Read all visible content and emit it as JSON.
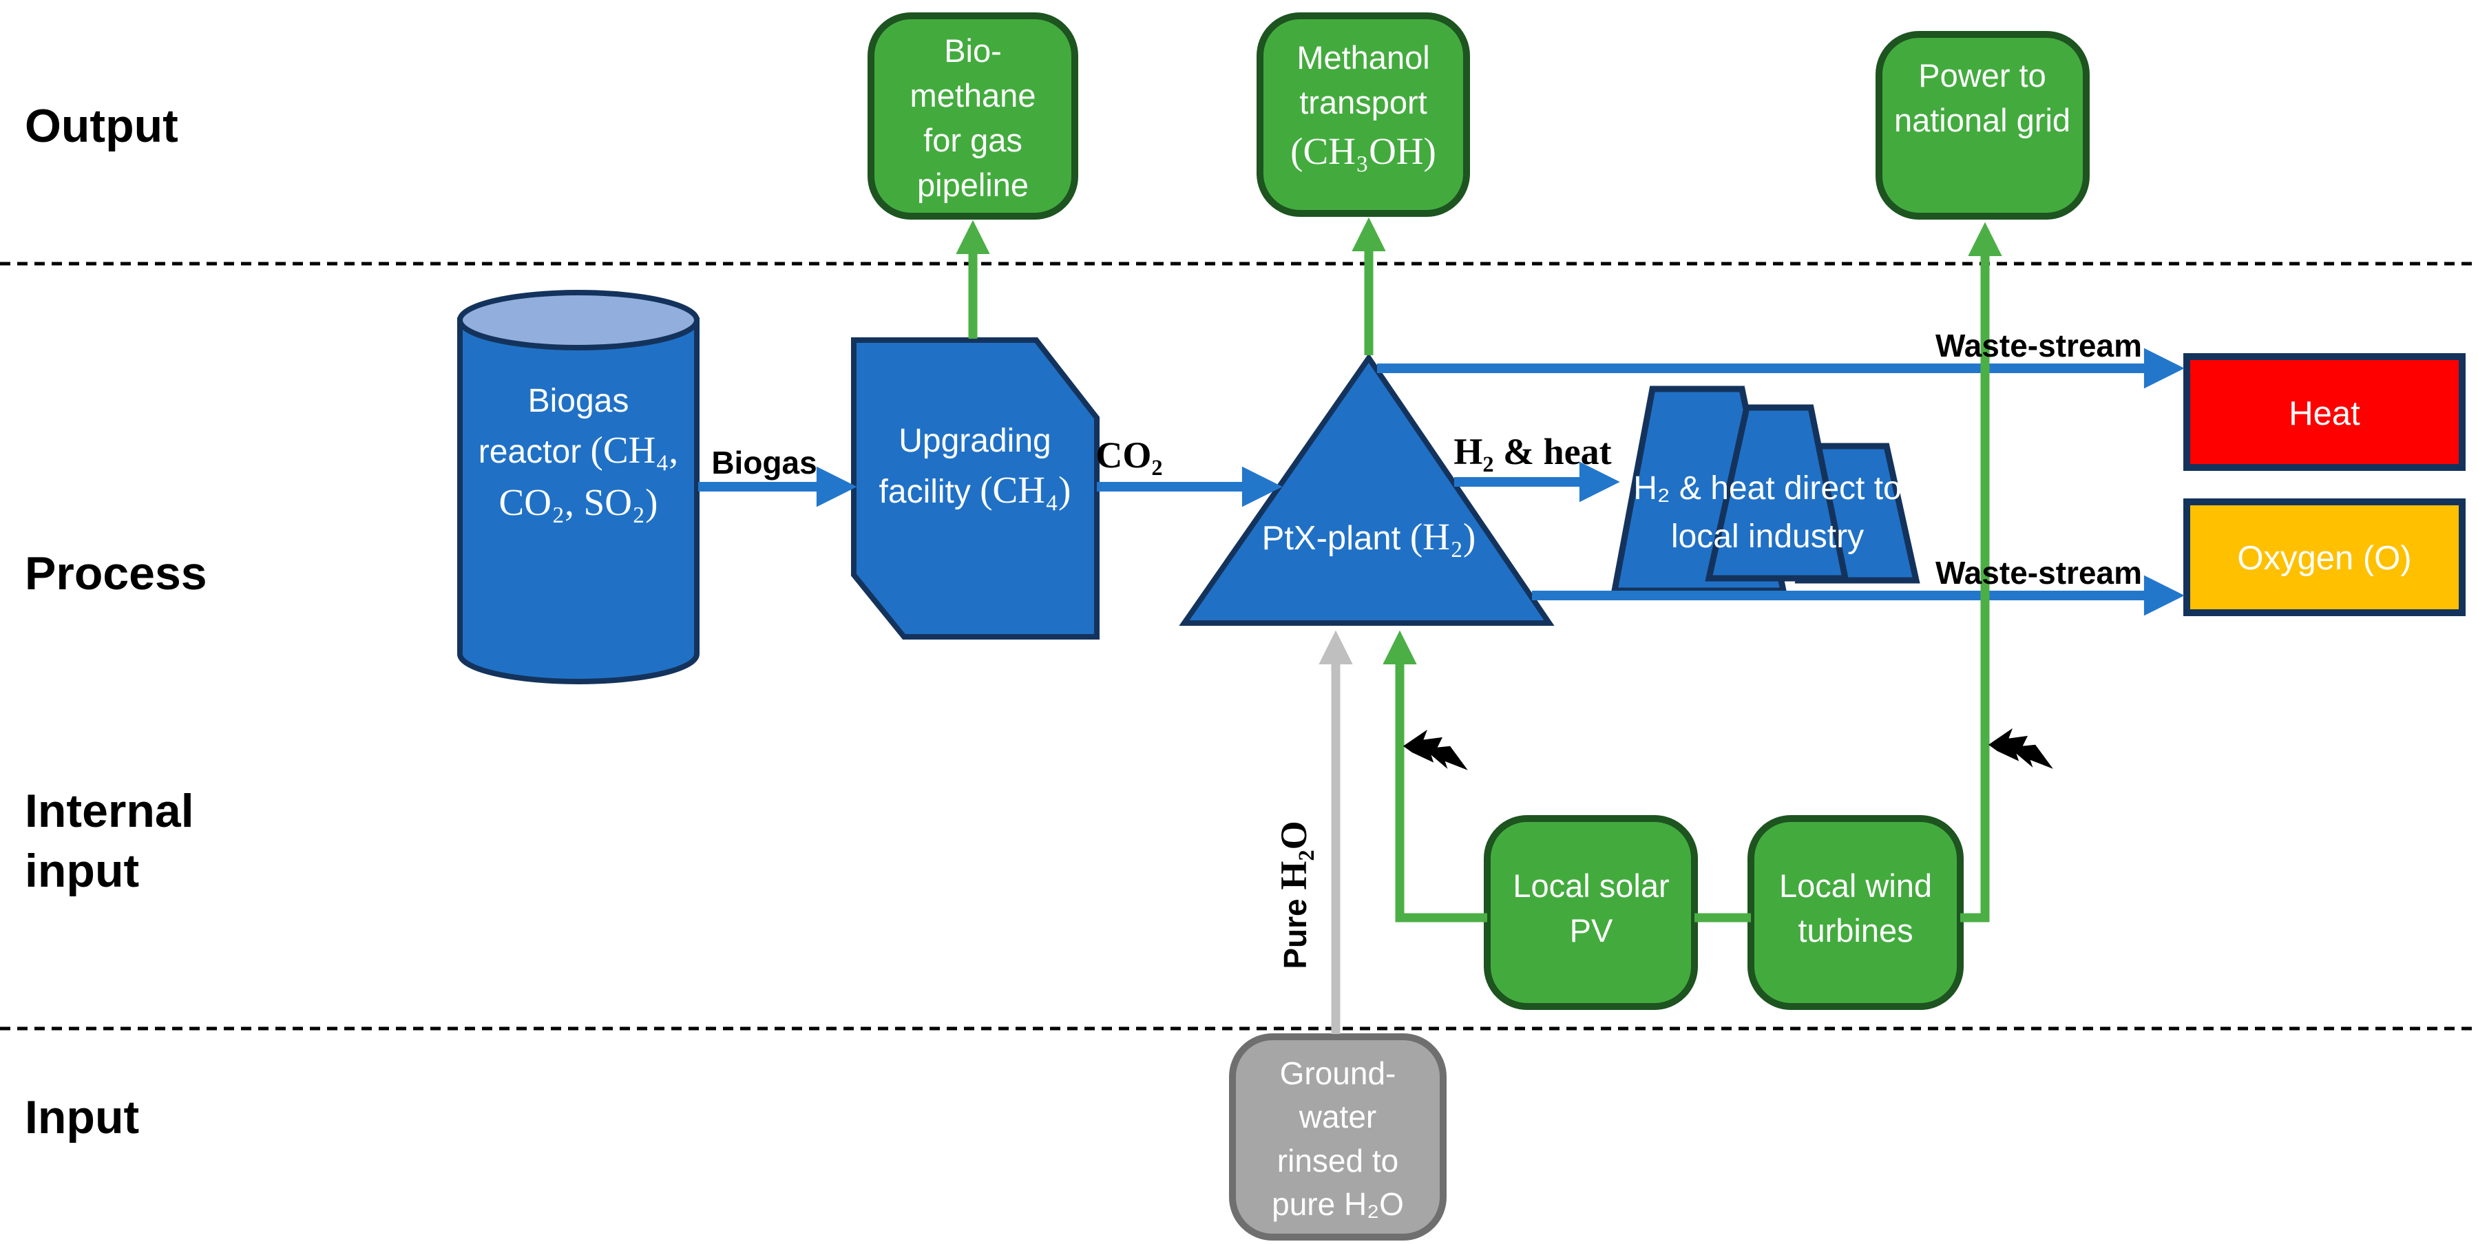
{
  "lanes": {
    "output": "Output",
    "process": "Process",
    "internal_input": "Internal input",
    "input": "Input"
  },
  "nodes": {
    "biomethane": {
      "label": "Bio-methane for gas pipeline"
    },
    "methanol": {
      "label": "Methanol transport",
      "formula": "(CH₃OH)"
    },
    "grid": {
      "label": "Power to national grid"
    },
    "biogas_reactor": {
      "label": "Biogas reactor",
      "formula": "(CH₄, CO₂, SO₂)"
    },
    "upgrading": {
      "label": "Upgrading facility",
      "formula": "(CH₄)"
    },
    "ptx_plant": {
      "label": "PtX-plant",
      "formula": "(H₂)"
    },
    "industry": {
      "label": "H₂ & heat direct to local industry"
    },
    "heat": {
      "label": "Heat"
    },
    "oxygen": {
      "label": "Oxygen (O)"
    },
    "solar": {
      "label": "Local solar PV"
    },
    "wind": {
      "label": "Local wind turbines"
    },
    "groundwater": {
      "label": "Ground-water rinsed to pure H₂O"
    }
  },
  "flows": {
    "biogas": "Biogas",
    "co2": "CO₂",
    "h2_heat": "H₂ & heat",
    "waste_top": "Waste-stream",
    "waste_bottom": "Waste-stream",
    "pure_h2o_word": "Pure ",
    "pure_h2o_formula": "H₂O"
  },
  "colors": {
    "process_blue": "#2071C5",
    "cylinder_top_blue": "#92AEDC",
    "navy_border": "#14335C",
    "green_fill": "#43AB3E",
    "green_border": "#1D5420",
    "green_arrow": "#4CAF46",
    "blue_arrow": "#2377CB",
    "gray_fill": "#A6A6A6",
    "gray_border": "#6F6F6F",
    "gray_arrow": "#BFBFBF",
    "heat_red": "#FF0000",
    "oxygen_orange": "#FFC000"
  }
}
